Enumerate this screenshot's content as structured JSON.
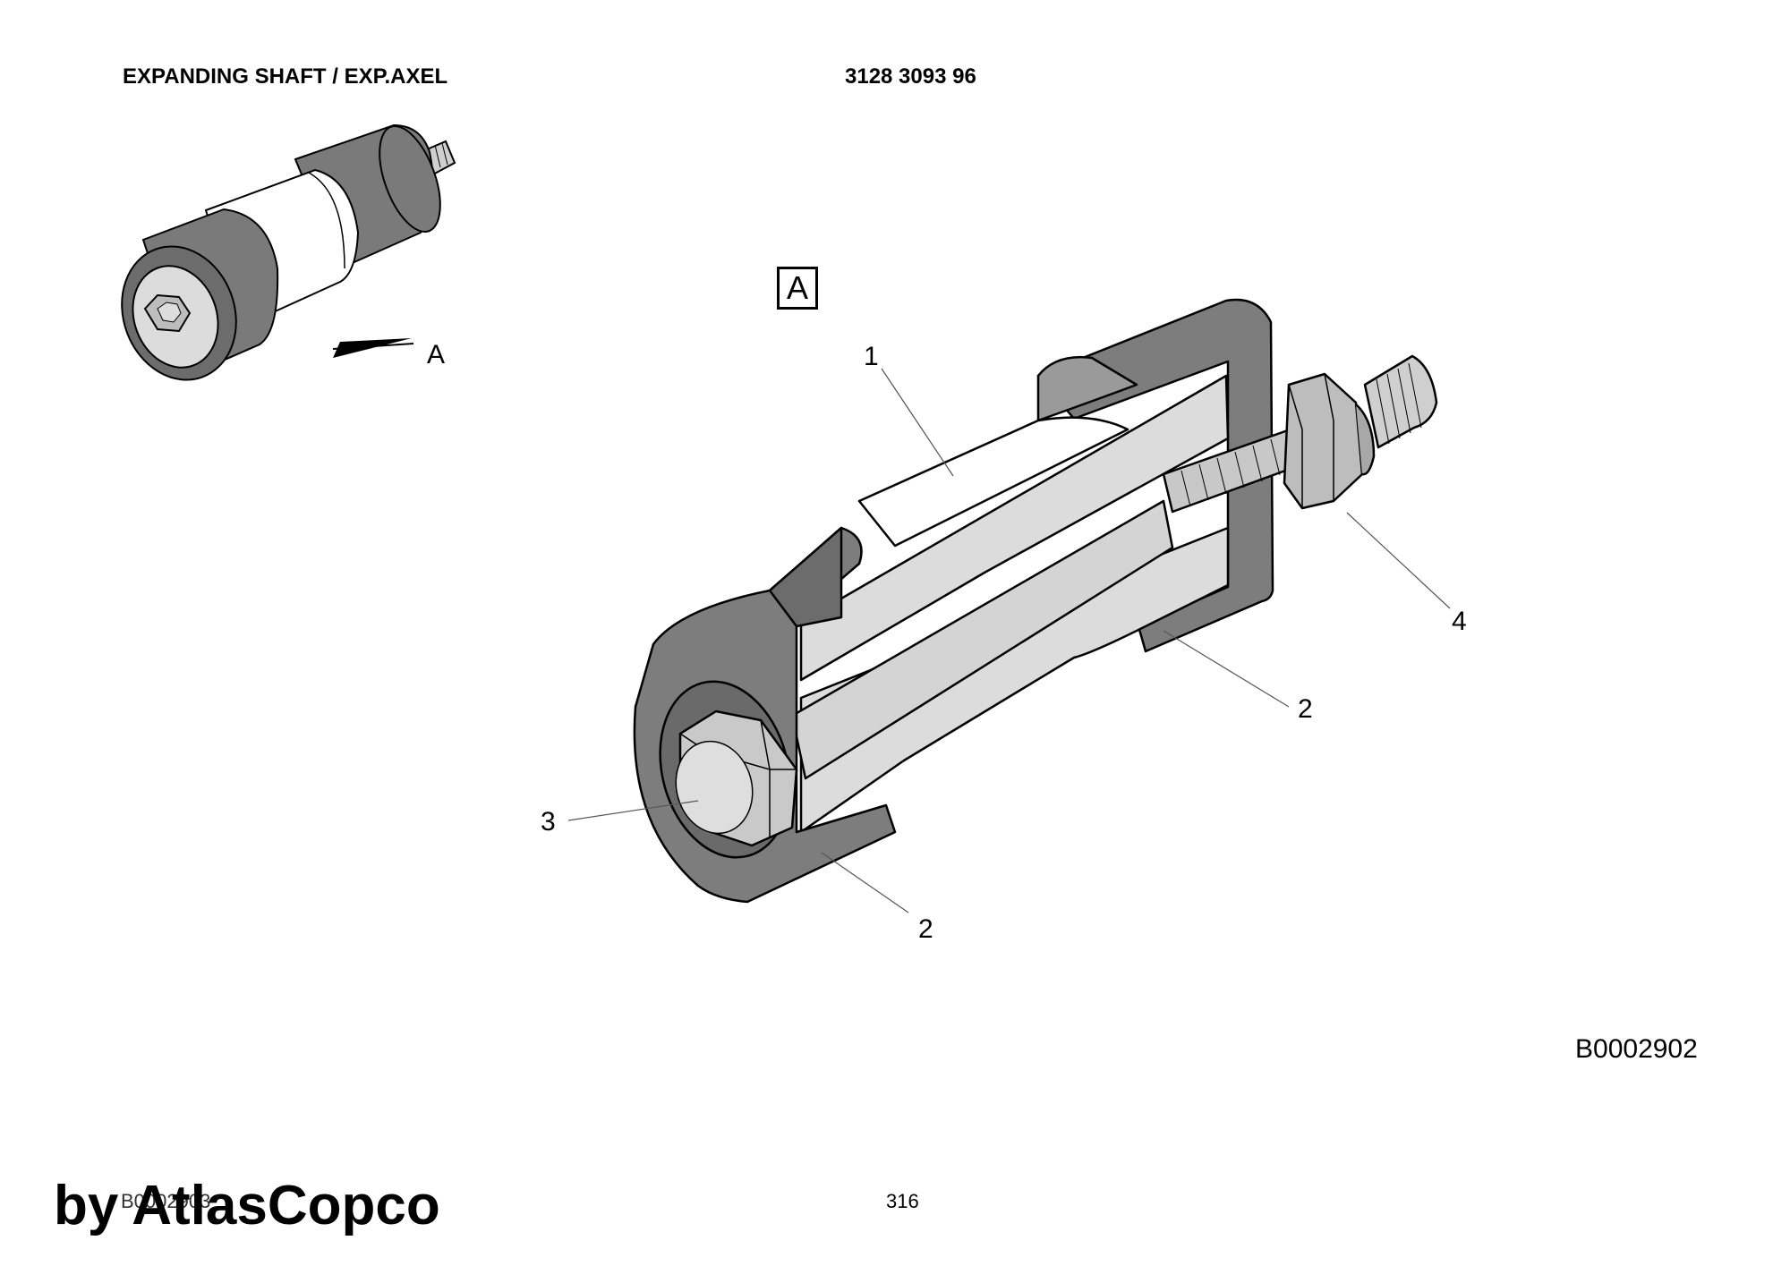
{
  "header": {
    "title": "EXPANDING SHAFT / EXP.AXEL",
    "part_number": "3128 3093 96"
  },
  "view_label": "A",
  "view_arrow_label": "A",
  "callouts": {
    "c1": "1",
    "c2a": "2",
    "c2b": "2",
    "c3": "3",
    "c4": "4"
  },
  "drawing_ref": "B0002902",
  "footer": {
    "ref": "B0002903",
    "page": "316",
    "watermark": "by AtlasCopco"
  }
}
